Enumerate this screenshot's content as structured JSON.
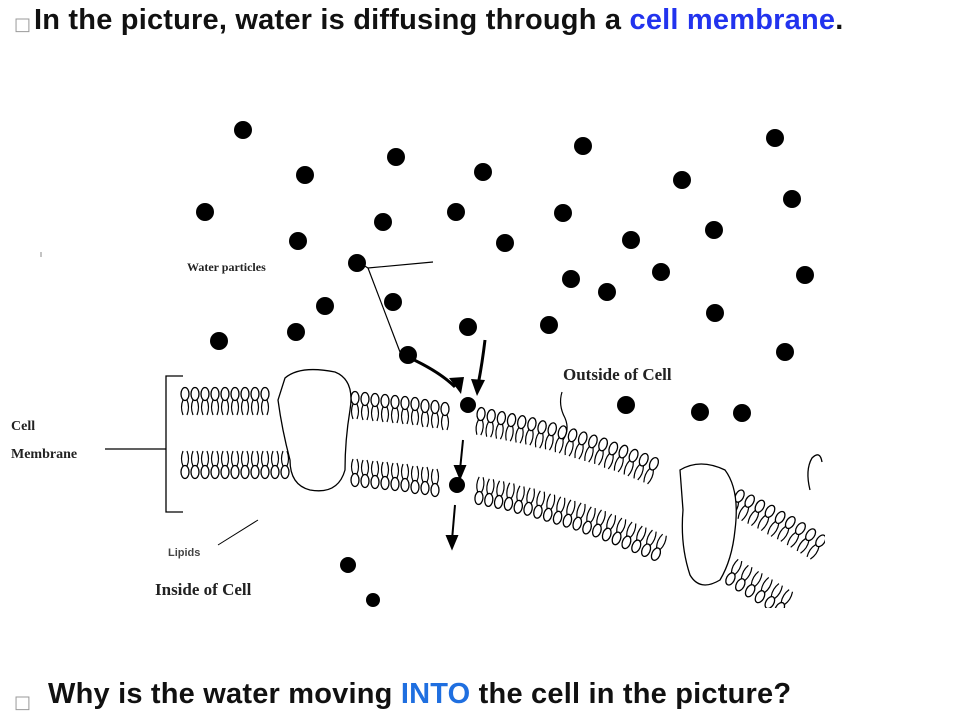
{
  "slide": {
    "point1": {
      "bullet": "□",
      "text_before": "In the picture, water is diffusing through a ",
      "highlight": "cell membrane",
      "text_after": "."
    },
    "point2": {
      "bullet": "□",
      "text_before": "Why is the water moving ",
      "highlight": "INTO",
      "text_after": " the cell in the picture?"
    }
  },
  "diagram": {
    "labels": {
      "water_particles": "Water particles",
      "outside": "Outside of Cell",
      "cell": "Cell",
      "membrane": "Membrane",
      "lipids": "Lipids",
      "inside": "Inside of Cell"
    }
  },
  "colors": {
    "highlight": "#2233ee",
    "highlight2": "#1f6fe0",
    "ink": "#111111"
  }
}
